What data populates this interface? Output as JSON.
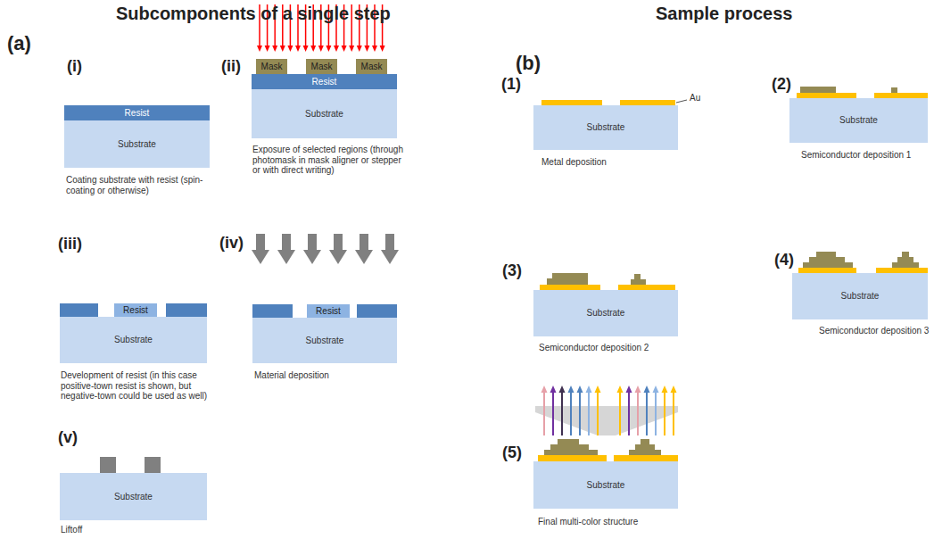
{
  "diagram": {
    "nodes": [
      {
        "text": [
          "Resist"
        ]
      },
      {
        "text": [
          "Substrate"
        ]
      },
      {
        "text": [
          "Mask"
        ]
      },
      {
        "text": [
          "Mask"
        ]
      },
      {
        "text": [
          "Mask"
        ]
      },
      {
        "text": [
          "Resist"
        ]
      },
      {
        "text": [
          "Substrate"
        ]
      },
      {
        "text": [
          "Resist"
        ]
      },
      {
        "text": [
          "Substrate"
        ]
      },
      {
        "text": [
          "Resist"
        ]
      },
      {
        "text": [
          "Substrate"
        ]
      },
      {
        "text": [
          "Substrate"
        ]
      },
      {
        "text": [
          "Substrate"
        ]
      },
      {
        "text": [
          "Substrate"
        ]
      },
      {
        "text": [
          "Substrate"
        ]
      },
      {
        "text": [
          "Substrate"
        ]
      },
      {
        "text": [
          "Substrate"
        ]
      }
    ],
    "labels": [
      "Subcomponents of a single step",
      "Sample process",
      "(a)",
      "(i)",
      "Coating substrate with resist (spin-coating or otherwise)",
      "(ii)",
      "Exposure of selected regions (through photomask in mask aligner or stepper or with direct writing)",
      "(iii)",
      "Development of resist (in this case positive-town resist is shown, but negative-town could be used as well)",
      "(iv)",
      "Material deposition",
      "(v)",
      "Liftoff",
      "(b)",
      "(1)",
      "Au",
      "Metal deposition",
      "(2)",
      "Semiconductor deposition 1",
      "(3)",
      "Semiconductor deposition 2",
      "(4)",
      "Semiconductor deposition 3",
      "(5)",
      "Final multi-color structure"
    ]
  }
}
